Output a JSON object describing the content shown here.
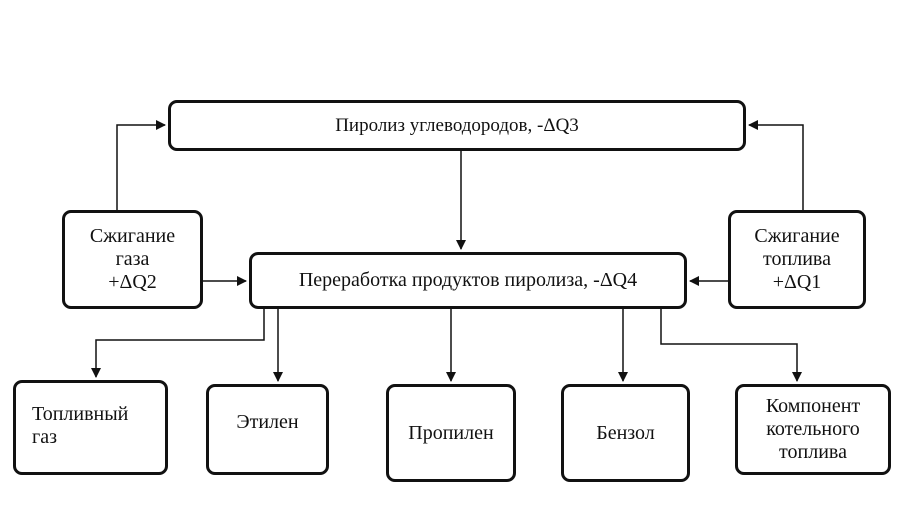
{
  "diagram": {
    "pyrolysis": "Пиролиз углеводородов, -ΔQ3",
    "processing": "Переработка продуктов пиролиза, -ΔQ4",
    "gas_burning": {
      "line1": "Сжигание",
      "line2": "газа",
      "line3": "+ΔQ2"
    },
    "fuel_burning": {
      "line1": "Сжигание",
      "line2": "топлива",
      "line3": "+ΔQ1"
    },
    "outputs": {
      "fuel_gas": {
        "line1": "Топливный",
        "line2": "газ"
      },
      "ethylene": "Этилен",
      "propylene": "Пропилен",
      "benzene": "Бензол",
      "boiler_fuel": {
        "line1": "Компонент",
        "line2": "котельного",
        "line3": "топлива"
      }
    }
  }
}
